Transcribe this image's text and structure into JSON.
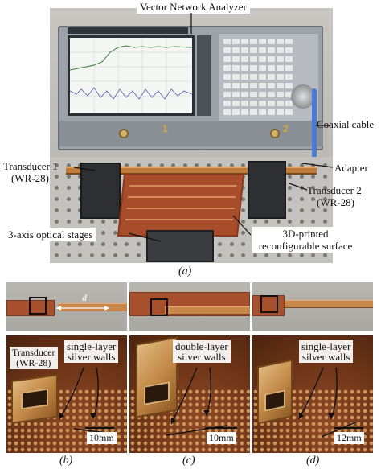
{
  "top_figure": {
    "labels": {
      "vna": "Vector Network Analyzer",
      "coax": "Coaxial cable",
      "transducer1_line1": "Transducer 1",
      "transducer1_line2": "(WR-28)",
      "adapter": "Adapter",
      "transducer2_line1": "Transducer 2",
      "transducer2_line2": "(WR-28)",
      "stages": "3-axis optical stages",
      "surface_line1": "3D-printed",
      "surface_line2": "reconfigurable surface"
    },
    "port_labels": [
      "1",
      "2"
    ],
    "caption": "(a)"
  },
  "panels": [
    {
      "caption": "(b)",
      "distance_label": "d",
      "transducer_line1": "Transducer",
      "transducer_line2": "(WR-28)",
      "walls_line1": "single-layer",
      "walls_line2": "silver walls",
      "scale": "10mm"
    },
    {
      "caption": "(c)",
      "walls_line1": "double-layer",
      "walls_line2": "silver walls",
      "scale": "10mm"
    },
    {
      "caption": "(d)",
      "walls_line1": "single-layer",
      "walls_line2": "silver walls",
      "scale": "12mm"
    }
  ],
  "colors": {
    "surface": "#a74d2c",
    "copper": "#c48a48",
    "coax": "#4a7bd3",
    "port_label": "#d9a43a"
  }
}
